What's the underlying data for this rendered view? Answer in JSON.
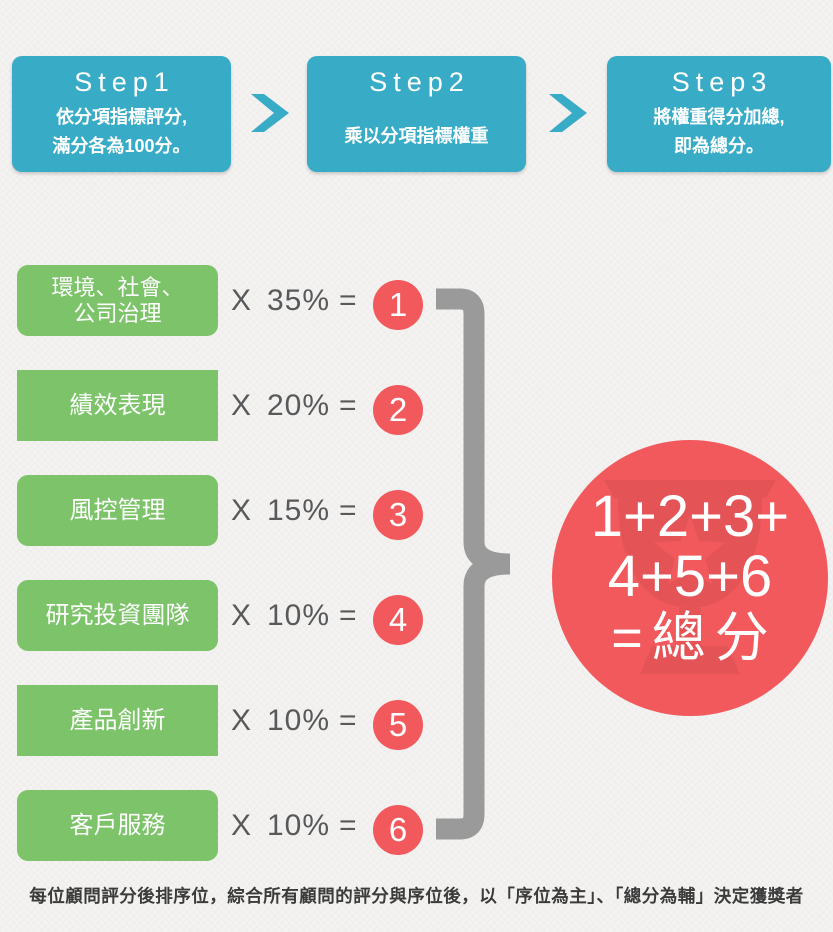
{
  "steps": [
    {
      "title": "Step1",
      "line1": "依分項指標評分,",
      "line2": "滿分各為100分。"
    },
    {
      "title": "Step2",
      "line1": "乘以分項指標權重",
      "line2": ""
    },
    {
      "title": "Step3",
      "line1": "將權重得分加總,",
      "line2": "即為總分。"
    }
  ],
  "criteria": [
    {
      "line1": "環境、社會、",
      "line2": "公司治理",
      "weight": "35%",
      "num": "1"
    },
    {
      "line1": "績效表現",
      "line2": "",
      "weight": "20%",
      "num": "2"
    },
    {
      "line1": "風控管理",
      "line2": "",
      "weight": "15%",
      "num": "3"
    },
    {
      "line1": "研究投資團隊",
      "line2": "",
      "weight": "10%",
      "num": "4"
    },
    {
      "line1": "產品創新",
      "line2": "",
      "weight": "10%",
      "num": "5"
    },
    {
      "line1": "客戶服務",
      "line2": "",
      "weight": "10%",
      "num": "6"
    }
  ],
  "symbols": {
    "multiply": "X",
    "equals": "="
  },
  "total": {
    "line1": "1+2+3+",
    "line2": "4+5+6",
    "line3": "=總分"
  },
  "footer": "每位顧問評分後排序位，綜合所有顧問的評分與序位後，以「序位為主」、「總分為輔」決定獲獎者",
  "colors": {
    "teal": "#38abc6",
    "green": "#7cc36a",
    "red": "#f2595d",
    "brace_gray": "#9a9a9a",
    "equation_text": "#58595b",
    "footer_text": "#3b3b3b",
    "background": "#f4f3f1"
  }
}
